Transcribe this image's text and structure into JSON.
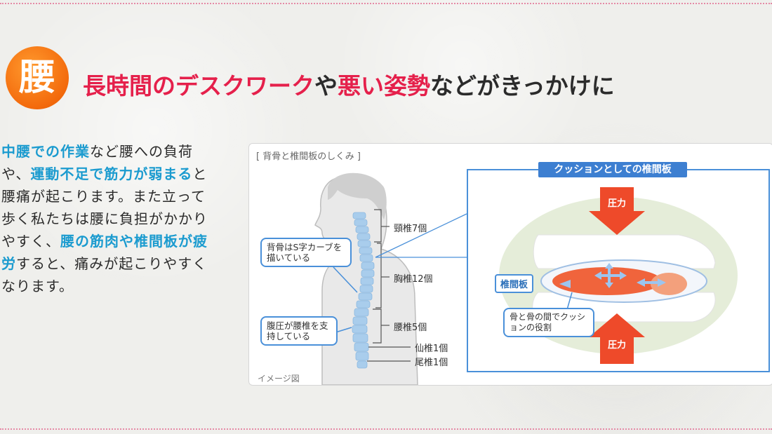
{
  "badge": {
    "kanji": "腰"
  },
  "headline": {
    "part1": "長時間のデスクワーク",
    "part2": "や",
    "part3": "悪い姿勢",
    "part4": "などがきっかけに"
  },
  "body": {
    "s1": "中腰での作業",
    "s2": "など腰への負荷や、",
    "s3": "運動不足で筋力が弱まる",
    "s4": "と腰痛が起こります。また立って歩く私たちは腰に負担がかかりやすく、",
    "s5": "腰の筋肉や椎間板が疲労",
    "s6": "すると、痛みが起こりやすくなります。"
  },
  "diagram": {
    "title": "[ 背骨と椎間板のしくみ ]",
    "note": "イメージ図",
    "labels": {
      "cervical": "頸椎7個",
      "thoracic": "胸椎12個",
      "lumbar": "腰椎5個",
      "sacrum": "仙椎1個",
      "coccyx": "尾椎1個"
    },
    "callouts": {
      "s_curve": "背骨はS字カーブを描いている",
      "abdominal": "腹圧が腰椎を支持している"
    },
    "cushion": {
      "title": "クッションとしての椎間板",
      "pressure_top": "圧力",
      "pressure_bottom": "圧力",
      "disc_label": "椎間板",
      "role": "骨と骨の間でクッションの役割"
    }
  },
  "colors": {
    "headline_accent": "#e5204b",
    "body_accent": "#1b9bcf",
    "badge": "#f36a0c",
    "frame_blue": "#4a90d9"
  }
}
